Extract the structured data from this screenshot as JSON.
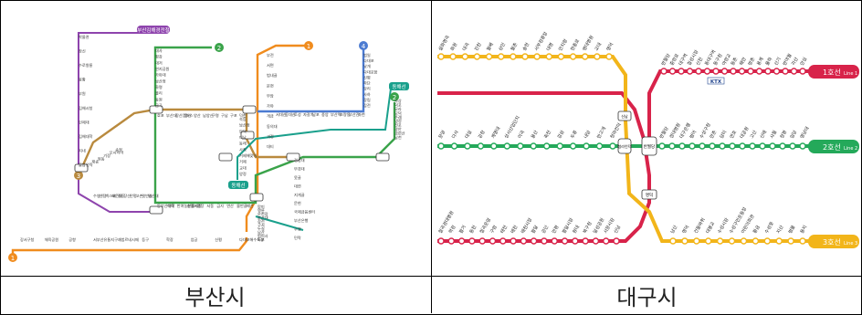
{
  "captions": {
    "busan": "부산시",
    "daegu": "대구시"
  },
  "colors": {
    "line1_orange": "#f08c1e",
    "line2_green": "#3aa34a",
    "line3_brown": "#b98a3e",
    "line4_blue": "#4c7bd1",
    "donghae_teal": "#1aa08c",
    "purple": "#8e44ad",
    "daegu_line1": "#d8234a",
    "daegu_line2": "#24a95a",
    "daegu_line3": "#f2b51a"
  },
  "busan": {
    "line_numbers": [
      "1",
      "2",
      "3",
      "4"
    ],
    "special_labels": [
      "동해선",
      "동해선",
      "부산김해경전철"
    ],
    "stations": [
      "박물관",
      "장신",
      "수로왕릉",
      "봉황",
      "부원",
      "김해시청",
      "인제대",
      "김해대학",
      "지내",
      "불암",
      "대사",
      "평강",
      "대저",
      "연지공원",
      "가야대",
      "남산정",
      "화명",
      "율리",
      "동원",
      "금곡",
      "호포",
      "부산대",
      "장산캠퍼스",
      "증산",
      "양산",
      "남양산",
      "구명",
      "구남",
      "구포",
      "덕천",
      "숙등",
      "남산정",
      "만덕",
      "미남",
      "동래",
      "사직",
      "거제해맞이",
      "거제",
      "교대",
      "양정",
      "부전",
      "서면",
      "범내골",
      "문현",
      "부암",
      "가야",
      "개금",
      "동의대",
      "괴정",
      "대티",
      "서대신",
      "동대신",
      "토성",
      "자갈치",
      "남포",
      "중앙",
      "부산역",
      "초량동",
      "부산진",
      "좌천",
      "범일",
      "다대포",
      "낫개",
      "다대포항",
      "신평",
      "하단",
      "당리",
      "사하",
      "장림",
      "감전",
      "사상",
      "덕포",
      "모라",
      "모덕",
      "주례",
      "냉정",
      "전포",
      "광안",
      "금련산",
      "남천",
      "경성대",
      "부경대",
      "못골",
      "대연",
      "지게골",
      "문현",
      "국제금융센터",
      "부산은행",
      "수영",
      "민락",
      "수영",
      "센텀",
      "벡스코",
      "해운대",
      "중동",
      "장산",
      "안평",
      "고촌",
      "윗반송",
      "영산대",
      "동부산대학",
      "석대",
      "반여농산물시장",
      "충렬사",
      "명장",
      "서동",
      "금사",
      "연산",
      "물만골",
      "배산",
      "망미",
      "명륜",
      "온천장",
      "부산대",
      "장전",
      "구서",
      "두실",
      "남산",
      "범어사",
      "노포",
      "강서구청",
      "체육공원",
      "공항",
      "서부산유통지구",
      "괘법르네시떼",
      "등구",
      "학장",
      "엄궁",
      "신평",
      "다대포해수욕장",
      "안락",
      "재송",
      "원동",
      "기장",
      "오시리아",
      "송정"
    ],
    "terminals": [
      "벡스코",
      "사상"
    ]
  },
  "daegu": {
    "lines": [
      {
        "label": "1호선",
        "sub": "Line 1"
      },
      {
        "label": "2호선",
        "sub": "Line 2"
      },
      {
        "label": "3호선",
        "sub": "Line 3"
      }
    ],
    "transfers": [
      "반월당",
      "명덕",
      "청라언덕",
      "신남"
    ],
    "top_stations": [
      "설화명곡",
      "화원",
      "대곡",
      "진천",
      "월배",
      "상인",
      "월촌",
      "송현",
      "서부정류장",
      "대명",
      "안지랑",
      "현충로",
      "영대병원",
      "교대",
      "명덕",
      "반월당",
      "중앙로",
      "대구역",
      "칠성시장",
      "신천",
      "동대구역",
      "동구청",
      "아양교",
      "동촌",
      "해안",
      "방촌",
      "용계",
      "율하",
      "신기",
      "반야월",
      "각산",
      "안심"
    ],
    "mid_stations": [
      "문양",
      "다사",
      "대실",
      "강창",
      "계명대",
      "성서산업단지",
      "이곡",
      "용산",
      "죽전",
      "감삼",
      "두류",
      "내당",
      "반고개",
      "청라언덕",
      "반월당",
      "경대병원",
      "대구은행",
      "범어",
      "수성구청",
      "만촌",
      "담티",
      "연호",
      "대공원",
      "고산",
      "신매",
      "사월",
      "정평",
      "임당",
      "영남대"
    ],
    "bot_stations": [
      "칠곡경대병원",
      "학정",
      "팔거",
      "동천",
      "칠곡운암",
      "구암",
      "태전",
      "매천",
      "매천시장",
      "팔달",
      "공단",
      "만평",
      "팔달시장",
      "원대",
      "북구청",
      "달성공원",
      "서문시장",
      "신남",
      "남산",
      "명덕",
      "건들바위",
      "대봉교",
      "수성시장",
      "수성구민운동장",
      "어린이회관",
      "황금",
      "수성못",
      "지산",
      "범물",
      "용지"
    ],
    "ktx": "KTX"
  }
}
